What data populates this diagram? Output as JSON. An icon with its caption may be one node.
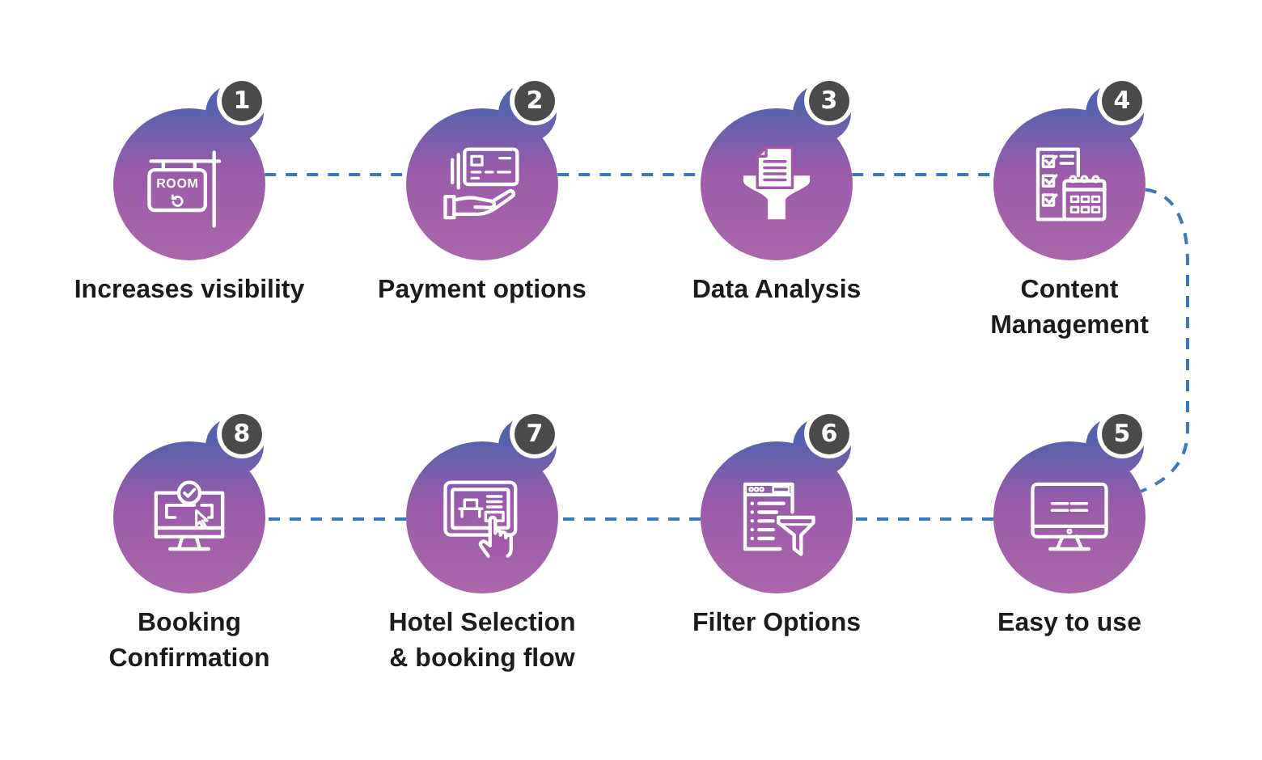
{
  "diagram": {
    "nodes": [
      {
        "text": [
          "1",
          "Increases visibility"
        ]
      },
      {
        "text": [
          "2",
          "Payment options"
        ]
      },
      {
        "text": [
          "3",
          "Data Analysis"
        ]
      },
      {
        "text": [
          "4",
          "Content Management"
        ]
      },
      {
        "text": [
          "5",
          "Easy to use"
        ]
      },
      {
        "text": [
          "6",
          "Filter Options"
        ]
      },
      {
        "text": [
          "7",
          "Hotel Selection & booking flow"
        ]
      },
      {
        "text": [
          "8",
          "Booking Confirmation"
        ]
      }
    ],
    "edges": [
      {
        "from": 0,
        "to": 1,
        "arrow": "none",
        "style": "dashed"
      },
      {
        "from": 1,
        "to": 2,
        "arrow": "none",
        "style": "dashed"
      },
      {
        "from": 2,
        "to": 3,
        "arrow": "none",
        "style": "dashed"
      },
      {
        "from": 3,
        "to": 4,
        "arrow": "none",
        "style": "dashed"
      },
      {
        "from": 4,
        "to": 5,
        "arrow": "none",
        "style": "dashed"
      },
      {
        "from": 5,
        "to": 6,
        "arrow": "none",
        "style": "dashed"
      },
      {
        "from": 6,
        "to": 7,
        "arrow": "none",
        "style": "dashed"
      }
    ],
    "labels": [
      "ROOM"
    ]
  }
}
